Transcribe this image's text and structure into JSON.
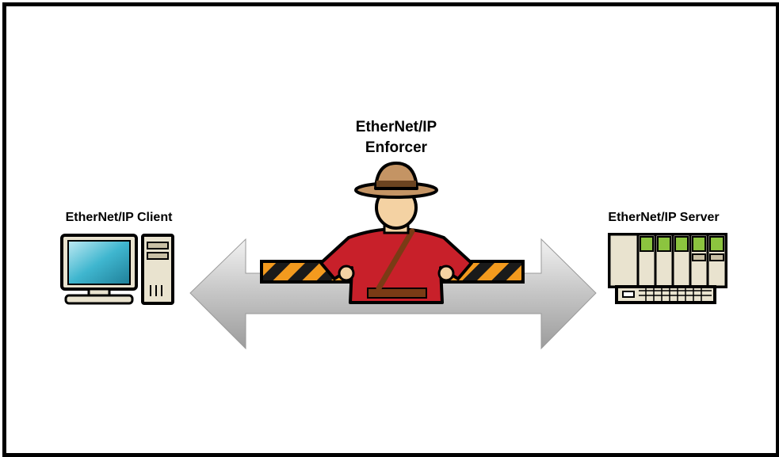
{
  "diagram": {
    "enforcer_label_line1": "EtherNet/IP",
    "enforcer_label_line2": "Enforcer",
    "client_label": "EtherNet/IP Client",
    "server_label": "EtherNet/IP Server"
  },
  "colors": {
    "frame": "#000000",
    "arrow": "#bdbdbd",
    "barrier_orange": "#f39a1e",
    "uniform_red": "#c8202a",
    "monitor_screen": "#3fb6cf",
    "server_green": "#8cc43f"
  },
  "icons": {
    "client": "desktop-computer-icon",
    "server": "plc-server-icon",
    "enforcer": "mountie-guard-icon"
  }
}
